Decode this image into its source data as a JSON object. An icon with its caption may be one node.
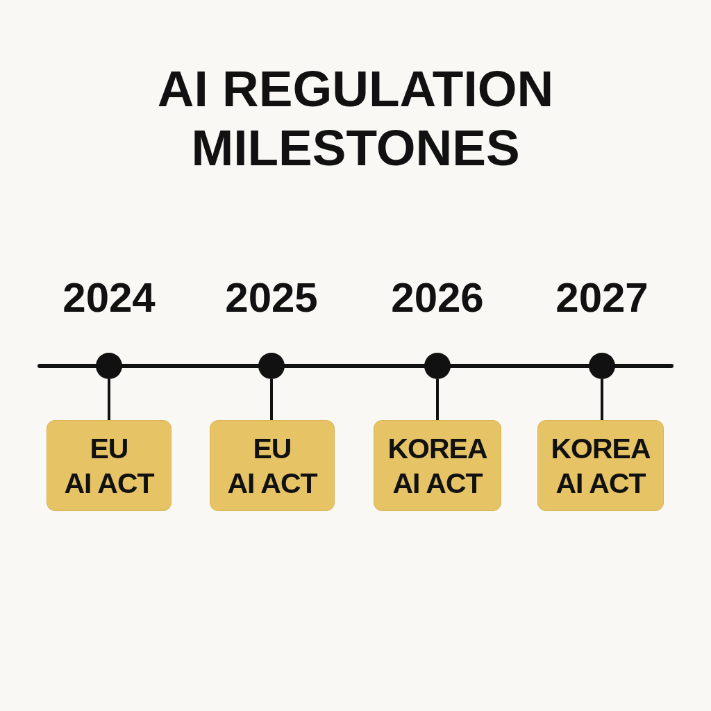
{
  "diagram": {
    "title": "AI REGULATION MILESTONES",
    "nodes": [
      {
        "text": [],
        "shape": "circle",
        "beside": [
          "2024"
        ]
      },
      {
        "text": [],
        "shape": "circle",
        "beside": [
          "2025"
        ]
      },
      {
        "text": [],
        "shape": "circle",
        "beside": [
          "2026"
        ]
      },
      {
        "text": [],
        "shape": "circle",
        "beside": [
          "2027"
        ]
      },
      {
        "text": [
          "EU AI ACT"
        ]
      },
      {
        "text": [
          "EU AI ACT"
        ]
      },
      {
        "text": [
          "KOREA AI ACT"
        ]
      },
      {
        "text": [
          "KOREA AI ACT"
        ]
      }
    ],
    "edges": [
      {
        "from": 0,
        "to": 4,
        "arrow": "none"
      },
      {
        "from": 1,
        "to": 5,
        "arrow": "none"
      },
      {
        "from": 2,
        "to": 6,
        "arrow": "none"
      },
      {
        "from": 3,
        "to": 7,
        "arrow": "none"
      }
    ]
  }
}
